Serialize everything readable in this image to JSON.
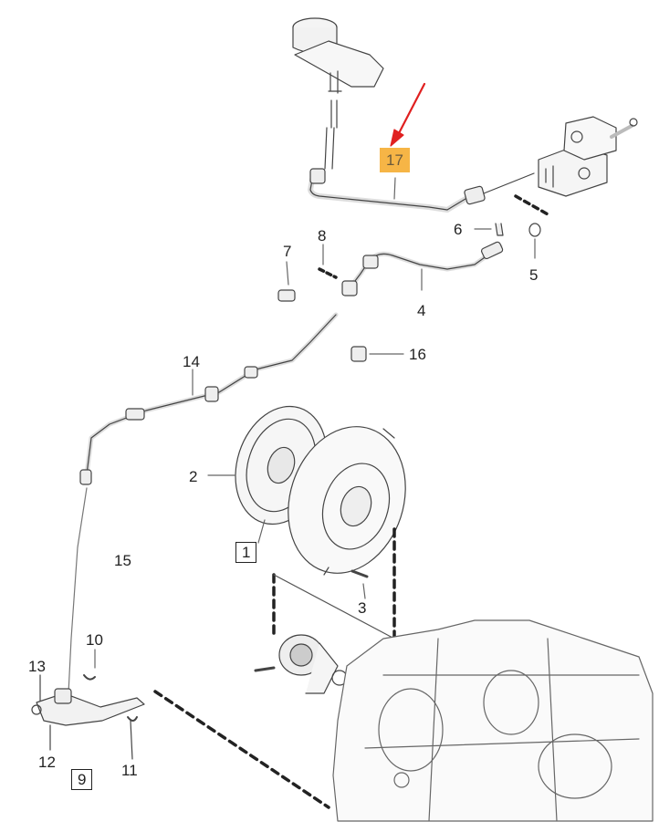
{
  "diagram": {
    "labels": {
      "p1": "1",
      "p2": "2",
      "p3": "3",
      "p4": "4",
      "p5": "5",
      "p6": "6",
      "p7": "7",
      "p8": "8",
      "p9": "9",
      "p10": "10",
      "p11": "11",
      "p12": "12",
      "p13": "13",
      "p14": "14",
      "p15": "15",
      "p16": "16",
      "p17": "17"
    },
    "highlighted_part": "17",
    "colors": {
      "highlight": "#f6b546",
      "arrow": "#e02020",
      "line": "#555555"
    }
  }
}
